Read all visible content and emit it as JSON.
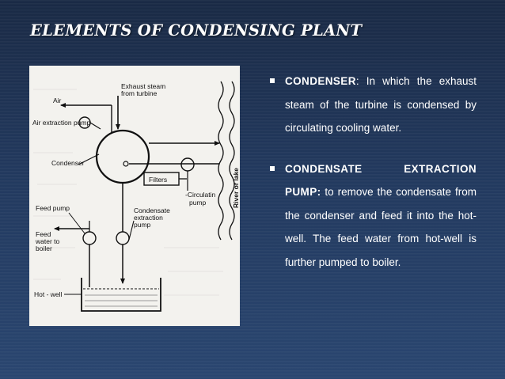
{
  "slide": {
    "title": "ELEMENTS OF CONDENSING PLANT",
    "diagram": {
      "labels": {
        "exhaust_steam": [
          "Exhaust steam",
          "from turbine"
        ],
        "air": "Air",
        "air_extraction_pump": "Air extraction pump",
        "condenser": "Condenser",
        "filters": "Filters",
        "circulating_pump": [
          "-Circulatin",
          "pump"
        ],
        "feed_pump": "Feed pump",
        "condensate_extraction_pump": [
          "Condensate",
          "extraction",
          "pump"
        ],
        "feed_to_boiler": [
          "Feed",
          "water to",
          "boiler"
        ],
        "hot_well": "Hot - well",
        "river": "River or lake"
      }
    },
    "bullets": [
      {
        "term": "CONDENSER",
        "text": ": In which the exhaust steam of the turbine is condensed by circulating cooling water."
      },
      {
        "term": "CONDENSATE EXTRACTION PUMP:",
        "text": " to remove the condensate from the condenser and feed it into the hot-well. The feed water from hot-well is further pumped to boiler."
      }
    ]
  }
}
